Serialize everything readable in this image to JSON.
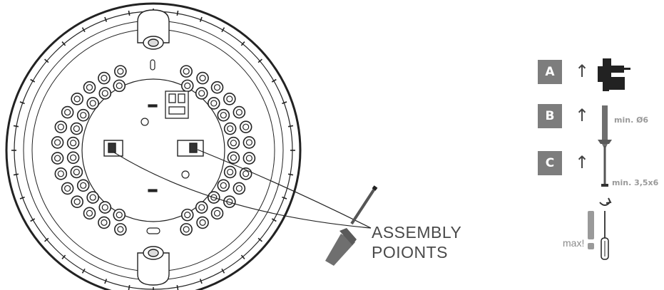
{
  "assembly": {
    "line1": "ASSEMBLY",
    "line2": "POIONTS"
  },
  "steps": [
    {
      "badge": "A",
      "arrow": "↑",
      "tool": "drill-icon",
      "spec": ""
    },
    {
      "badge": "B",
      "arrow": "↑",
      "tool": "wall-plug-icon",
      "spec": "min. Ø6"
    },
    {
      "badge": "C",
      "arrow": "↑",
      "tool": "screw-icon",
      "spec": "min. 3,5x6"
    }
  ],
  "torque": {
    "label": "max!",
    "tool": "screwdriver-icon",
    "rotation": "rotate-arrow-icon"
  },
  "colors": {
    "badge": "#7d7d7d",
    "line": "#222222",
    "plug": "#6f6f6f"
  }
}
